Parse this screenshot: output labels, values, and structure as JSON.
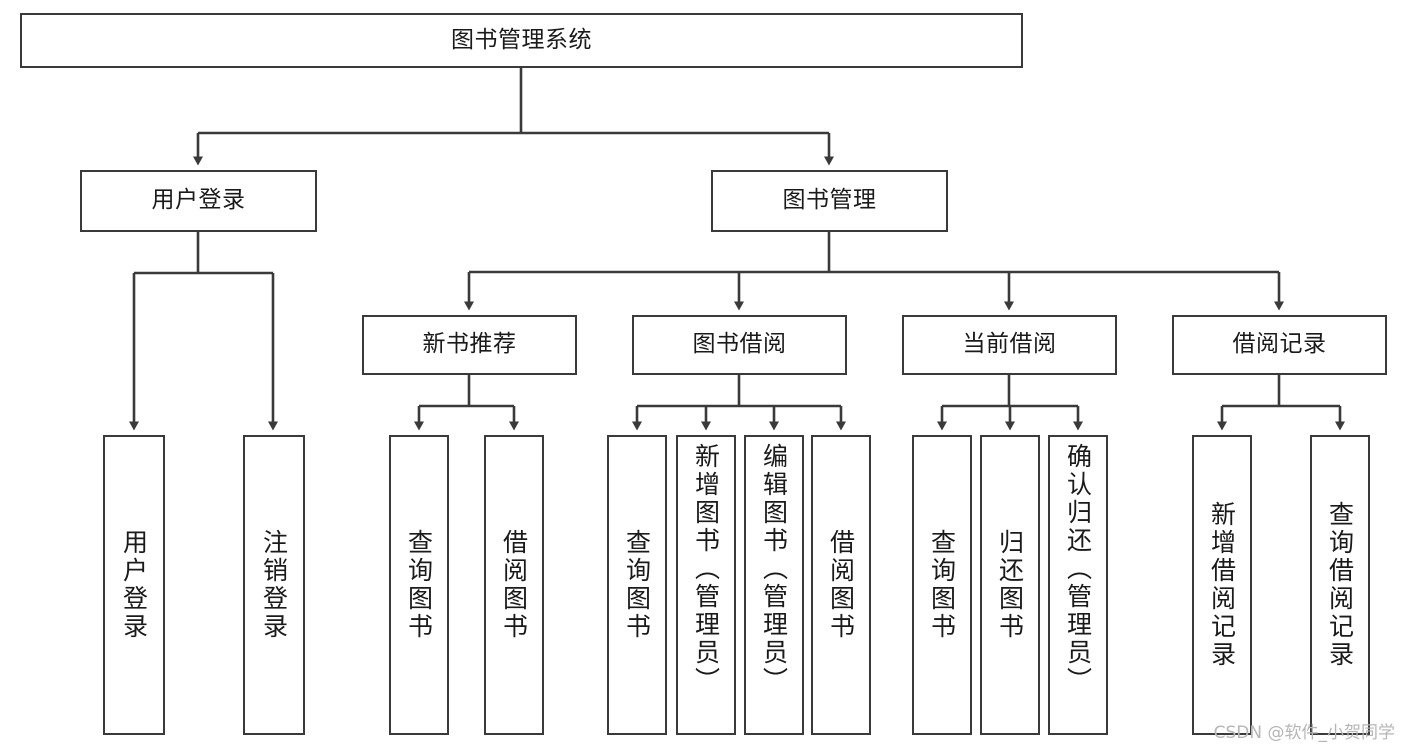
{
  "diagram": {
    "type": "tree-hierarchy-chart",
    "title": "图书管理系统",
    "line_color": "#3a3a3a",
    "box_fill": "#ffffff",
    "text_color": "#1a1a1a",
    "watermark": "CSDN @软件_小贺同学",
    "levels": {
      "level1": [
        {
          "id": "root",
          "label": "图书管理系统"
        }
      ],
      "level2": [
        {
          "id": "user-login",
          "label": "用户登录",
          "parent": "root"
        },
        {
          "id": "book-manage",
          "label": "图书管理",
          "parent": "root"
        }
      ],
      "level3": [
        {
          "id": "new-book-recommend",
          "label": "新书推荐",
          "parent": "book-manage"
        },
        {
          "id": "book-borrow",
          "label": "图书借阅",
          "parent": "book-manage"
        },
        {
          "id": "current-borrow",
          "label": "当前借阅",
          "parent": "book-manage"
        },
        {
          "id": "borrow-record",
          "label": "借阅记录",
          "parent": "book-manage"
        }
      ],
      "level4": [
        {
          "id": "leaf-user-login",
          "label": "用户登录",
          "parent": "user-login"
        },
        {
          "id": "leaf-logout-login",
          "label": "注销登录",
          "parent": "user-login"
        },
        {
          "id": "leaf-query-book-1",
          "label": "查询图书",
          "parent": "new-book-recommend"
        },
        {
          "id": "leaf-borrow-book-1",
          "label": "借阅图书",
          "parent": "new-book-recommend"
        },
        {
          "id": "leaf-query-book-2",
          "label": "查询图书",
          "parent": "book-borrow"
        },
        {
          "id": "leaf-add-book",
          "label": "新增图书（管理员）",
          "parent": "book-borrow"
        },
        {
          "id": "leaf-edit-book",
          "label": "编辑图书（管理员）",
          "parent": "book-borrow"
        },
        {
          "id": "leaf-borrow-book-2",
          "label": "借阅图书",
          "parent": "book-borrow"
        },
        {
          "id": "leaf-query-book-3",
          "label": "查询图书",
          "parent": "current-borrow"
        },
        {
          "id": "leaf-return-book",
          "label": "归还图书",
          "parent": "current-borrow"
        },
        {
          "id": "leaf-confirm-return",
          "label": "确认归还（管理员）",
          "parent": "current-borrow"
        },
        {
          "id": "leaf-add-record",
          "label": "新增借阅记录",
          "parent": "borrow-record"
        },
        {
          "id": "leaf-query-record",
          "label": "查询借阅记录",
          "parent": "borrow-record"
        }
      ]
    }
  }
}
